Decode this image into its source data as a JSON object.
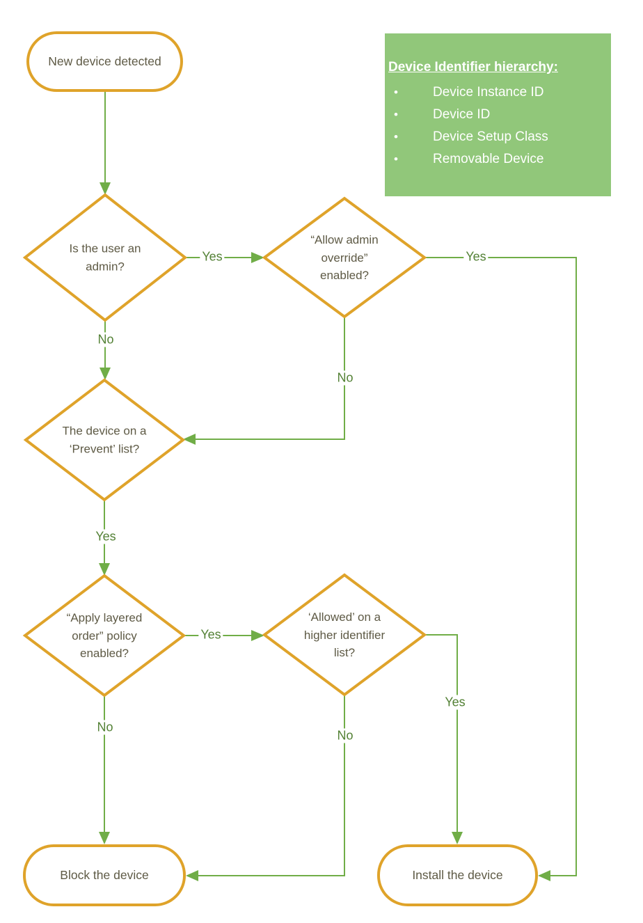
{
  "colors": {
    "shape_border": "#DFA32A",
    "connector_green": "#70AD47",
    "edge_label_green": "#538135",
    "legend_background": "#91C77A",
    "legend_text": "#FFFFFF",
    "node_text": "#5E5A45"
  },
  "start": {
    "label": "New device detected"
  },
  "legend": {
    "title": "Device Identifier hierarchy:",
    "bullet": "•",
    "items": [
      "Device Instance ID",
      "Device ID",
      "Device Setup Class",
      "Removable Device"
    ]
  },
  "decisions": {
    "admin": {
      "label": "Is the user an admin?"
    },
    "override": {
      "label": "“Allow admin override” enabled?"
    },
    "prevent": {
      "label": "The device on a ‘Prevent’ list?"
    },
    "layered": {
      "label": "“Apply layered order” policy enabled?"
    },
    "allowed": {
      "label": "‘Allowed’ on a higher identifier list?"
    }
  },
  "terminals": {
    "block": {
      "label": "Block the device"
    },
    "install": {
      "label": "Install the device"
    }
  },
  "edges": {
    "admin_yes": "Yes",
    "admin_no": "No",
    "override_yes": "Yes",
    "override_no": "No",
    "prevent_yes": "Yes",
    "layered_yes": "Yes",
    "layered_no": "No",
    "allowed_yes": "Yes",
    "allowed_no": "No"
  }
}
